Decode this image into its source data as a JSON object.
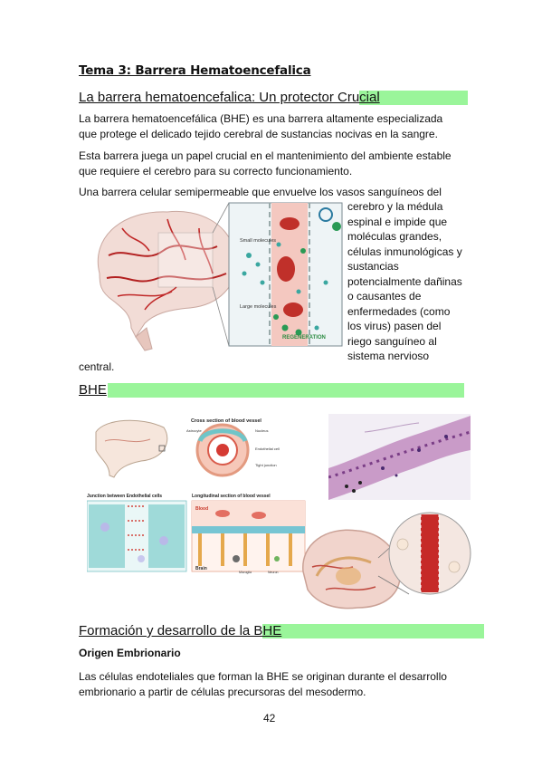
{
  "page": {
    "title": "Tema 3: Barrera Hematoencefalica",
    "page_number": "42",
    "highlight_color": "#9af59a"
  },
  "section1": {
    "heading": "La barrera hematoencefalica: Un protector Crucial",
    "para1_line1": "La barrera hematoencefálica (BHE) es una barrera altamente especializada",
    "para1_line2": "que protege el delicado tejido cerebral de sustancias nocivas en la sangre.",
    "para2_line1": "Esta barrera juega un papel crucial en el mantenimiento del ambiente estable",
    "para2_line2": "que requiere el cerebro para su correcto funcionamiento.",
    "para3_line1": "Una barrera celular semipermeable que envuelve los vasos sanguíneos del",
    "wrap_lines": [
      "cerebro y la médula",
      "espinal e impide que",
      "moléculas grandes,",
      "células inmunológicas y",
      "sustancias",
      "potencialmente dañinas",
      "o causantes de",
      "enfermedades (como",
      "los virus) pasen del",
      "riego sanguíneo al",
      "sistema nervioso"
    ],
    "para3_end": "central.",
    "figure_labels": {
      "small": "Small molecules",
      "large": "Large molecules",
      "brand": "REGENERATION"
    }
  },
  "section2": {
    "heading": "BHE",
    "figure_labels": {
      "cross_section": "Cross section of blood vessel",
      "junction": "Junction between Endothelial cells",
      "longitudinal": "Longitudinal section of blood vessel",
      "blood": "Blood",
      "brain": "Brain",
      "nucleus": "Nucleus",
      "astrocyte": "Astrocyte",
      "endothelial": "Endothelial cell",
      "tight": "Tight junction",
      "neuron": "Neuron",
      "microglia": "Microglia"
    }
  },
  "section3": {
    "heading": "Formación y desarrollo de la BHE",
    "subheading": "Origen Embrionario",
    "para_line1": "Las células endoteliales que forman la BHE se originan durante el desarrollo",
    "para_line2": "embrionario a partir de células precursoras del mesodermo."
  }
}
